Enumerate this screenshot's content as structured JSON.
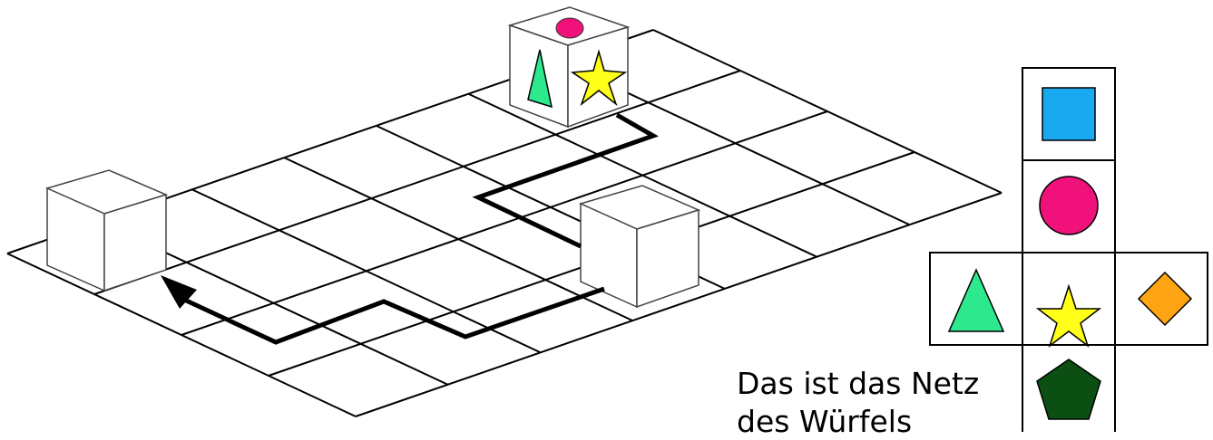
{
  "caption": {
    "line1": "Das ist das Netz",
    "line2": "des Würfels"
  },
  "cube_net": [
    {
      "face": "square",
      "color": "#1aa8f0"
    },
    {
      "face": "circle",
      "color": "#f0127a"
    },
    {
      "face": "triangle",
      "color": "#2ee88e"
    },
    {
      "face": "star",
      "color": "#ffff1a"
    },
    {
      "face": "diamond",
      "color": "#ffa514"
    },
    {
      "face": "pentagon",
      "color": "#0b5012"
    }
  ],
  "board": {
    "columns": 7,
    "rows": 4
  },
  "colors": {
    "line": "#000000",
    "cube_edge": "#555555",
    "background": "#ffffff"
  }
}
